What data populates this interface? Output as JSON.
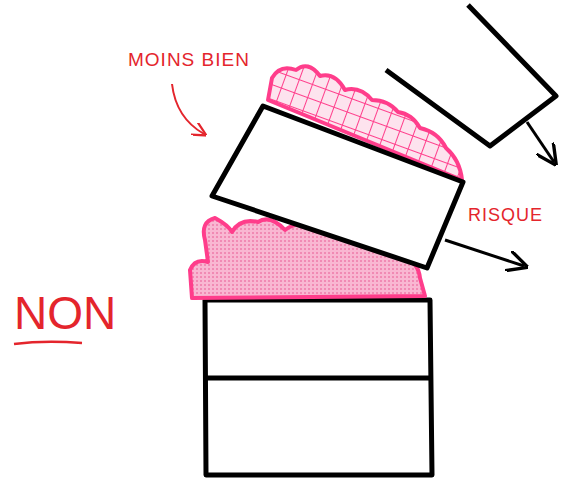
{
  "diagram": {
    "labels": [
      "MOINS BIEN",
      "RISQUE",
      "NON"
    ]
  }
}
